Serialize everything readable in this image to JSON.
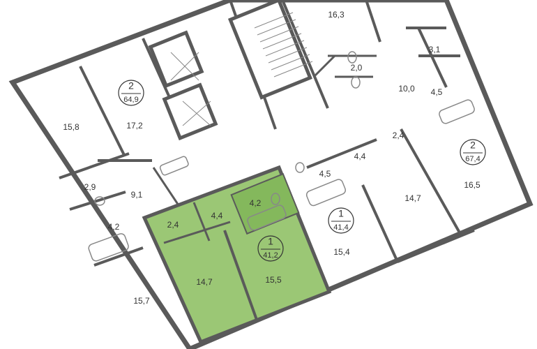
{
  "colors": {
    "wall": "#5a5a5a",
    "highlight": "#9bc775",
    "highlight_dark": "#84b85c",
    "fixture": "#888888"
  },
  "units": [
    {
      "number": "2",
      "area": "64,9",
      "highlighted": false
    },
    {
      "number": "2",
      "area": "67,4",
      "highlighted": false
    },
    {
      "number": "1",
      "area": "41,4",
      "highlighted": false
    },
    {
      "number": "1",
      "area": "41,2",
      "highlighted": true
    }
  ],
  "rooms": [
    "16,3",
    "3,1",
    "2,0",
    "10,0",
    "4,5",
    "15,8",
    "17,2",
    "2,4",
    "4,4",
    "16,5",
    "2,9",
    "9,1",
    "4,5",
    "14,7",
    "4,2",
    "2,4",
    "4,4",
    "15,4",
    "4,2",
    "14,7",
    "15,5",
    "15,7"
  ]
}
